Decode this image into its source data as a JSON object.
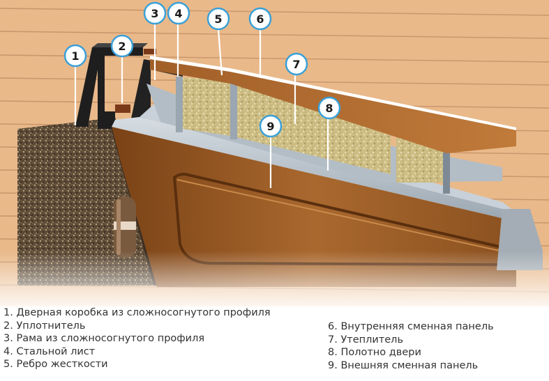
{
  "callouts": [
    {
      "id": "1",
      "label": "1"
    },
    {
      "id": "2",
      "label": "2"
    },
    {
      "id": "3",
      "label": "3"
    },
    {
      "id": "4",
      "label": "4"
    },
    {
      "id": "5",
      "label": "5"
    },
    {
      "id": "6",
      "label": "6"
    },
    {
      "id": "7",
      "label": "7"
    },
    {
      "id": "8",
      "label": "8"
    },
    {
      "id": "9",
      "label": "9"
    }
  ],
  "legend": {
    "left": [
      "1. Дверная коробка из сложносогнутого профиля",
      "2. Уплотнитель",
      "3. Рама из сложносогнутого профиля",
      "4. Стальной лист",
      "5. Ребро жесткости"
    ],
    "right": [
      "6. Внутренняя сменная панель",
      "7. Утеплитель",
      "8. Полотно двери",
      "9. Внешняя сменная панель"
    ]
  },
  "colors": {
    "wall": "#e9b98a",
    "wall_line": "#c9946a",
    "panel_brown": "#9a5a26",
    "insulation": "#d2c28a",
    "steel": "#b9c3cc",
    "frame_dark": "#1e1e1e",
    "granite": "#6b5a45",
    "callout_border": "#3aa0d8"
  }
}
